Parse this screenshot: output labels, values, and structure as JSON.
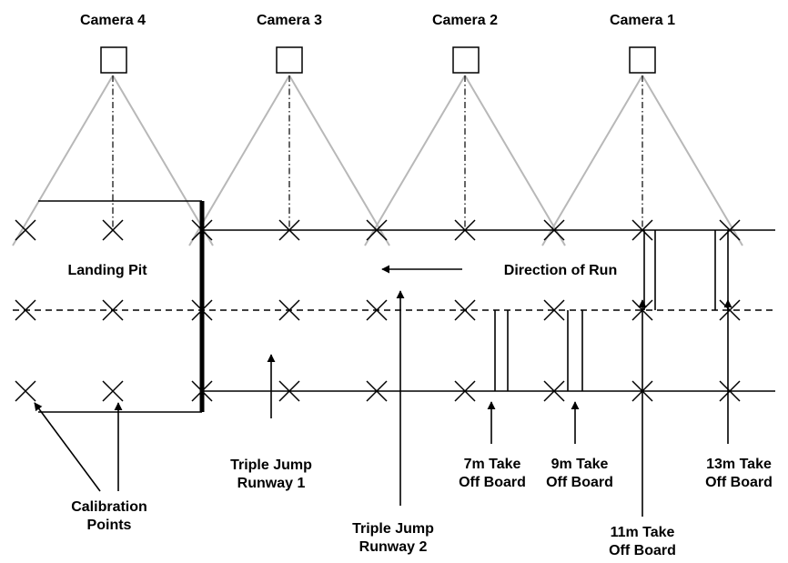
{
  "cameras": [
    "Camera 4",
    "Camera 3",
    "Camera 2",
    "Camera 1"
  ],
  "areas": {
    "landing_pit": "Landing Pit",
    "direction": "Direction of Run"
  },
  "runways": {
    "runway1": [
      "Triple Jump",
      "Runway 1"
    ],
    "runway2": [
      "Triple Jump",
      "Runway 2"
    ]
  },
  "boards": {
    "b7": [
      "7m Take",
      "Off Board"
    ],
    "b9": [
      "9m Take",
      "Off Board"
    ],
    "b11": [
      "11m Take",
      "Off Board"
    ],
    "b13": [
      "13m Take",
      "Off Board"
    ]
  },
  "calibration": [
    "Calibration",
    "Points"
  ]
}
